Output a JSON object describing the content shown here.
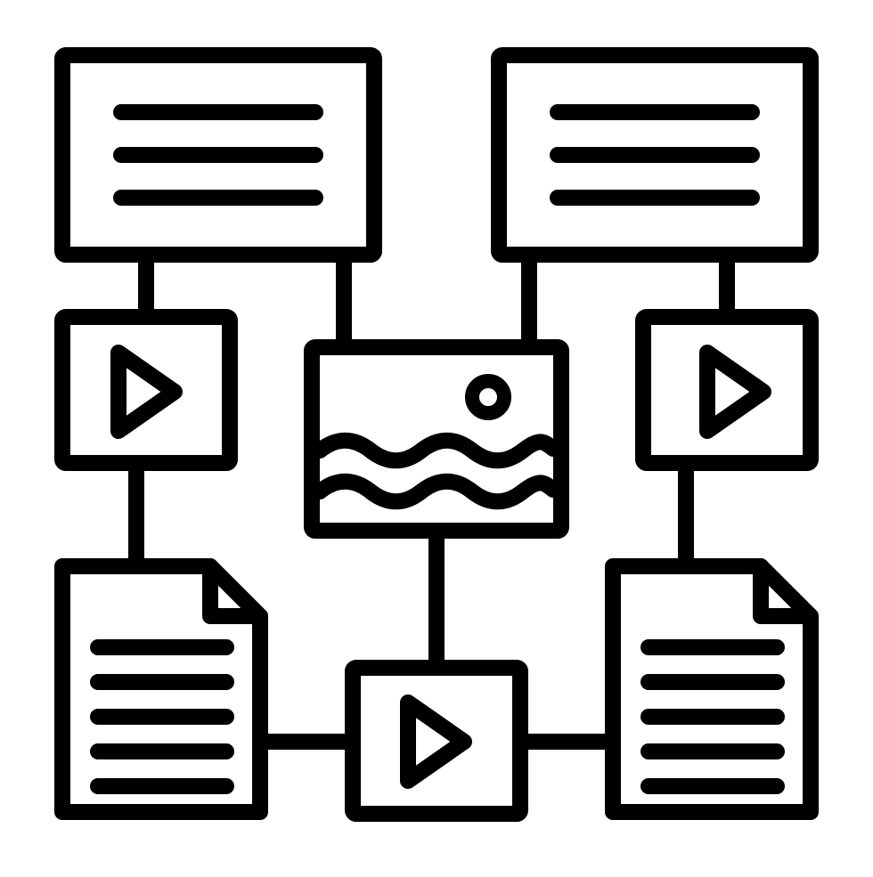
{
  "icon": {
    "subject": "content-structure-icon",
    "style": "outline",
    "stroke_color": "#000000",
    "background_color": "#ffffff"
  },
  "nodes": [
    {
      "id": "text-box-left",
      "kind": "text-block",
      "icon": "text-lines-icon"
    },
    {
      "id": "text-box-right",
      "kind": "text-block",
      "icon": "text-lines-icon"
    },
    {
      "id": "video-left",
      "kind": "video",
      "icon": "play-icon"
    },
    {
      "id": "image-center",
      "kind": "image",
      "icon": "landscape-image-icon"
    },
    {
      "id": "video-right",
      "kind": "video",
      "icon": "play-icon"
    },
    {
      "id": "document-left",
      "kind": "document",
      "icon": "document-icon"
    },
    {
      "id": "video-bottom",
      "kind": "video",
      "icon": "play-icon"
    },
    {
      "id": "document-right",
      "kind": "document",
      "icon": "document-icon"
    }
  ],
  "connections": [
    [
      "text-box-left",
      "video-left"
    ],
    [
      "text-box-left",
      "image-center"
    ],
    [
      "text-box-right",
      "image-center"
    ],
    [
      "text-box-right",
      "video-right"
    ],
    [
      "video-left",
      "document-left"
    ],
    [
      "video-right",
      "document-right"
    ],
    [
      "image-center",
      "video-bottom"
    ],
    [
      "document-left",
      "video-bottom"
    ],
    [
      "video-bottom",
      "document-right"
    ]
  ]
}
